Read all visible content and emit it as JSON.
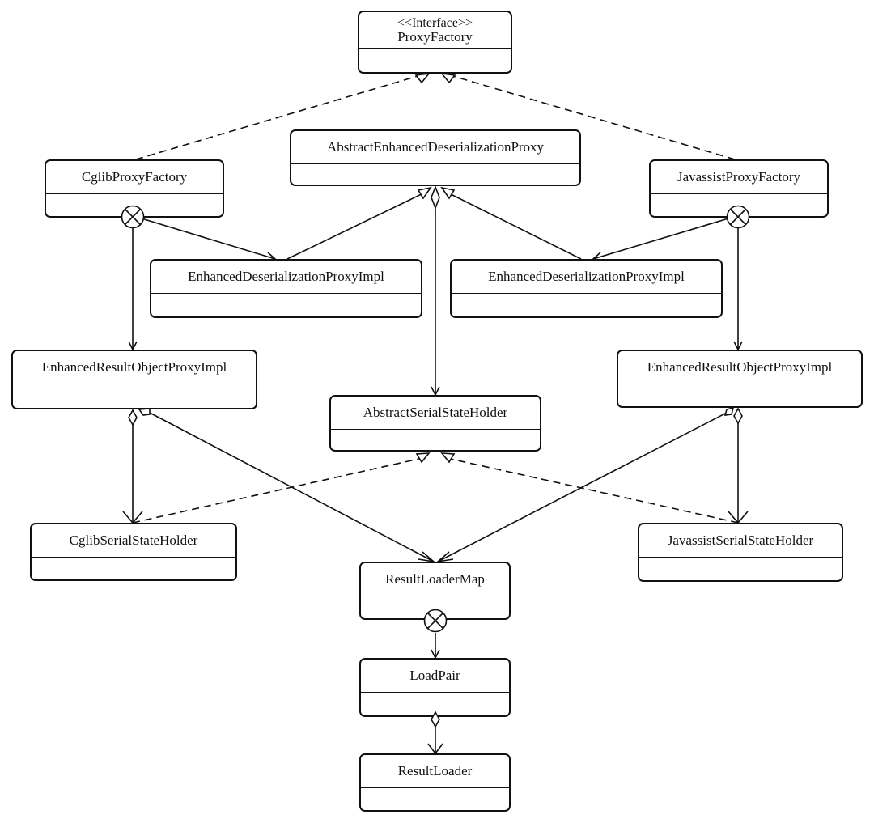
{
  "diagram": {
    "classes": {
      "proxy_factory": {
        "stereotype": "<<Interface>>",
        "name": "ProxyFactory"
      },
      "cglib_proxy_factory": {
        "name": "CglibProxyFactory"
      },
      "abstract_enhanced_deserialization_proxy": {
        "name": "AbstractEnhancedDeserializationProxy"
      },
      "javassist_proxy_factory": {
        "name": "JavassistProxyFactory"
      },
      "enhanced_deserialization_proxy_impl_left": {
        "name": "EnhancedDeserializationProxyImpl"
      },
      "enhanced_deserialization_proxy_impl_right": {
        "name": "EnhancedDeserializationProxyImpl"
      },
      "enhanced_result_object_proxy_impl_left": {
        "name": "EnhancedResultObjectProxyImpl"
      },
      "abstract_serial_state_holder": {
        "name": "AbstractSerialStateHolder"
      },
      "enhanced_result_object_proxy_impl_right": {
        "name": "EnhancedResultObjectProxyImpl"
      },
      "cglib_serial_state_holder": {
        "name": "CglibSerialStateHolder"
      },
      "javassist_serial_state_holder": {
        "name": "JavassistSerialStateHolder"
      },
      "result_loader_map": {
        "name": "ResultLoaderMap"
      },
      "load_pair": {
        "name": "LoadPair"
      },
      "result_loader": {
        "name": "ResultLoader"
      }
    }
  }
}
